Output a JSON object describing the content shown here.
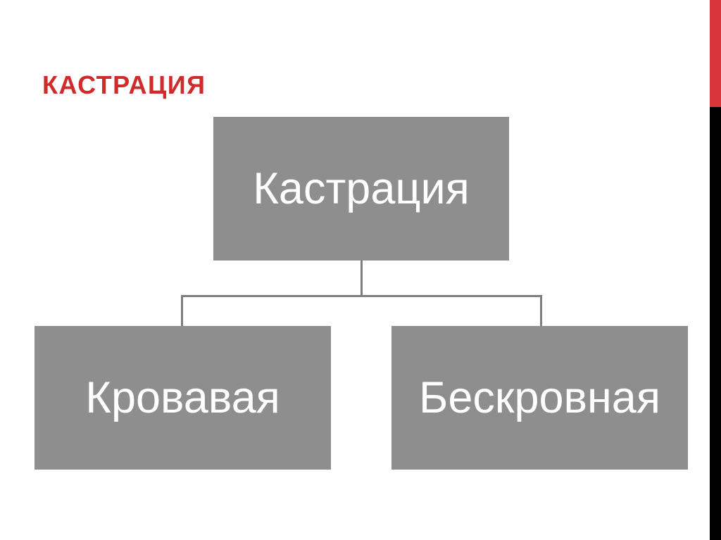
{
  "slide": {
    "title": "КАСТРАЦИЯ",
    "background_color": "#FFFFFF"
  },
  "theme": {
    "accent_red": "#CE2B2B",
    "bar_red": "#D8343A",
    "bar_black": "#000000",
    "node_fill": "#8E8E8E",
    "node_text": "#FFFFFF",
    "connector": "#7E7E7E"
  },
  "diagram": {
    "type": "hierarchy",
    "root": {
      "label": "Кастрация"
    },
    "children": [
      {
        "label": "Кровавая"
      },
      {
        "label": "Бескровная"
      }
    ]
  }
}
